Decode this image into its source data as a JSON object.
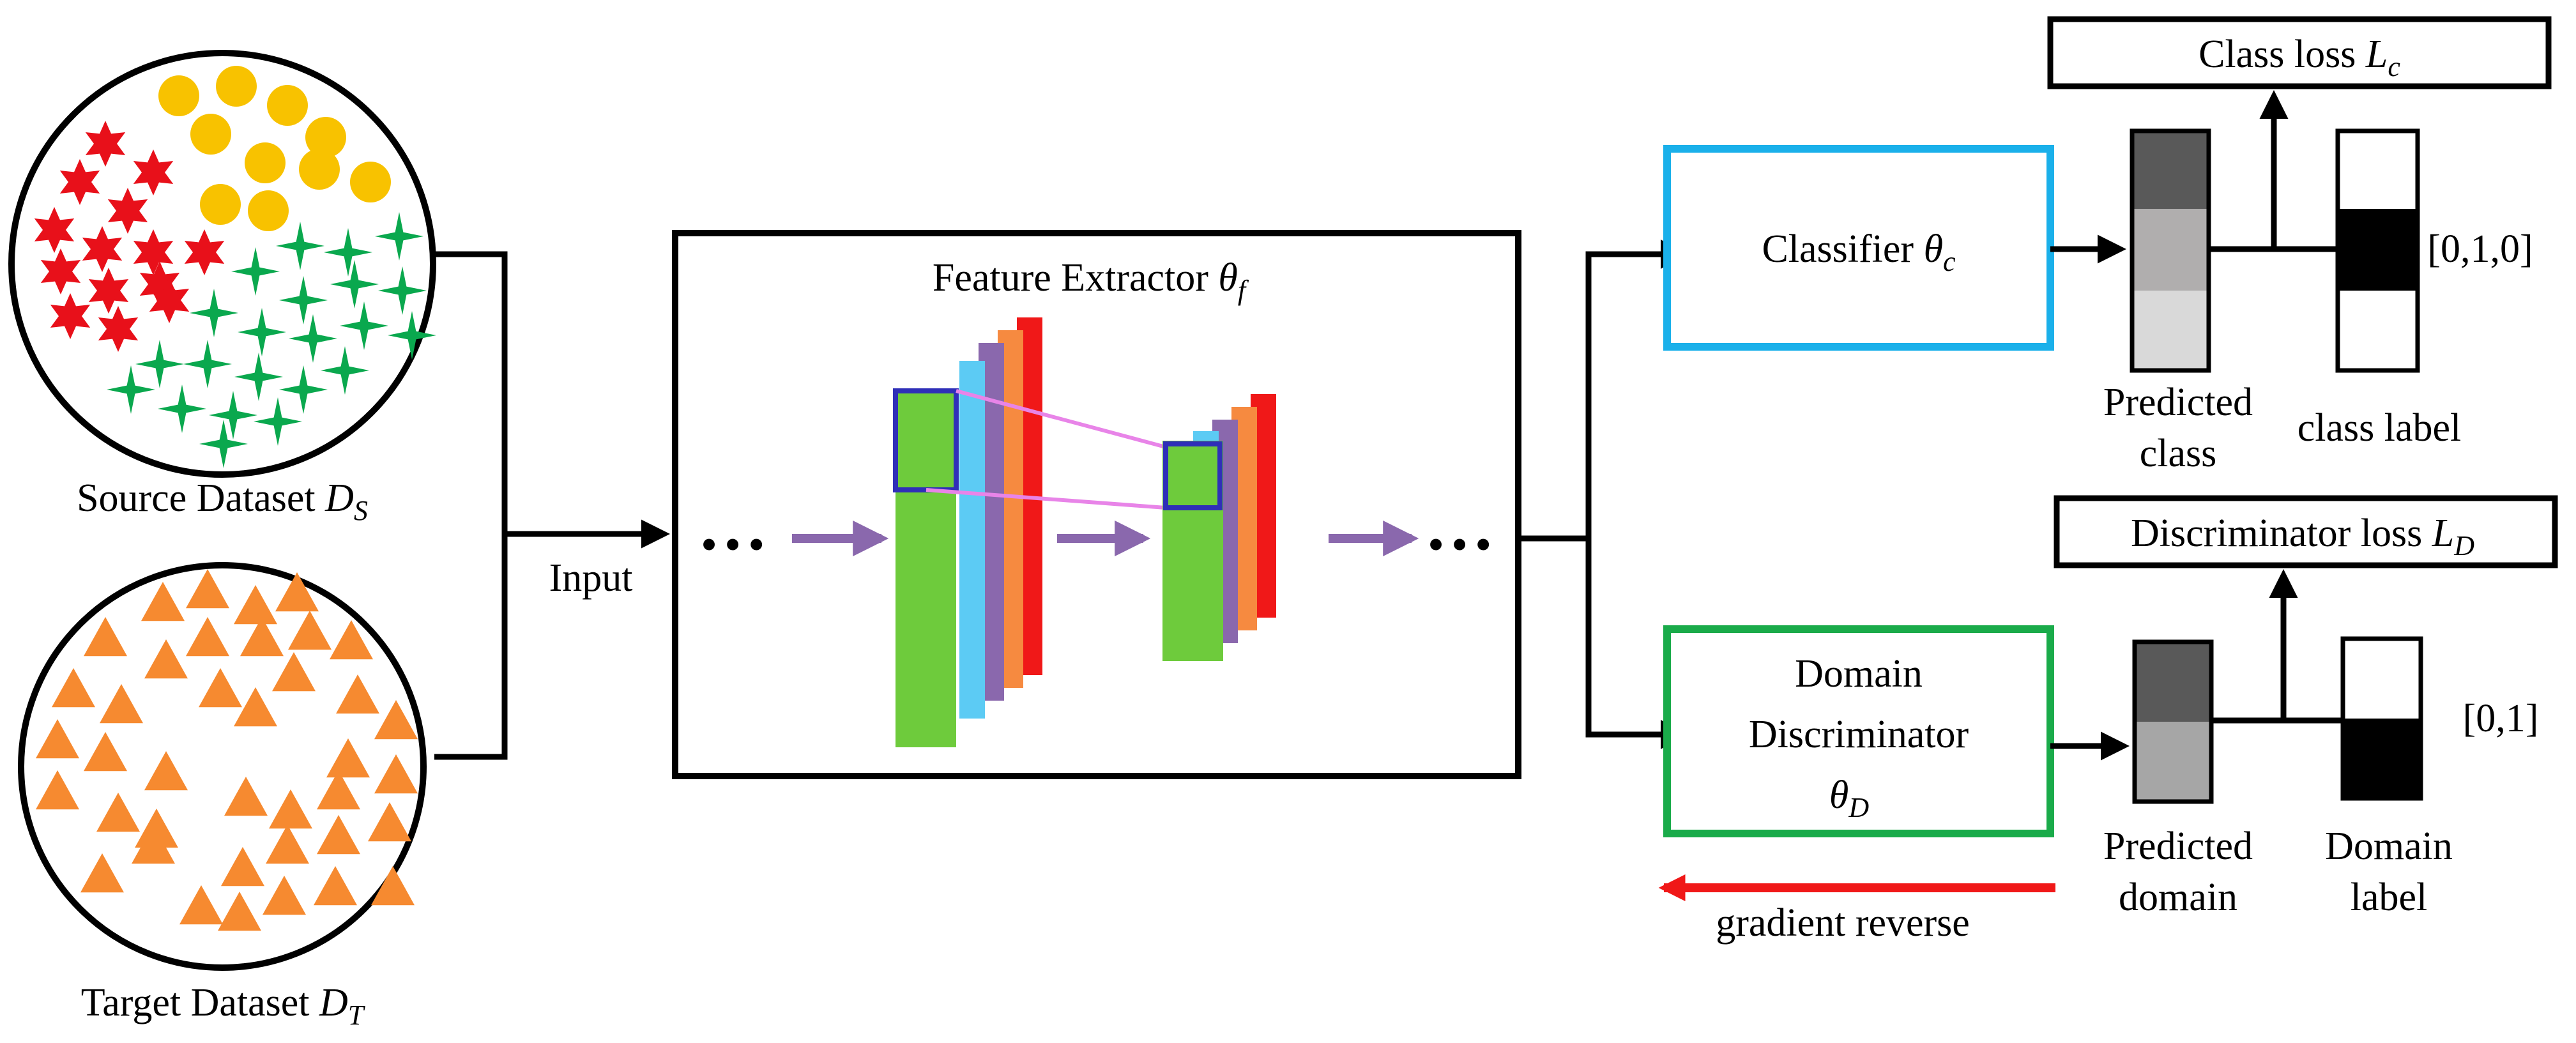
{
  "datasets": {
    "source": {
      "text": "Source Dataset ",
      "var": "D",
      "sub": "S"
    },
    "target": {
      "text": "Target Dataset ",
      "var": "D",
      "sub": "T"
    }
  },
  "input_label": "Input",
  "ellipsis": "…",
  "feature_extractor": {
    "text": "Feature Extractor ",
    "var": "θ",
    "sub": "f"
  },
  "classifier": {
    "text": "Classifier ",
    "var": "θ",
    "sub": "c"
  },
  "domain_discriminator": {
    "line1": "Domain",
    "line2": "Discriminator",
    "var": "θ",
    "sub": "D"
  },
  "class_loss": {
    "text": "Class loss ",
    "var": "L",
    "sub": "c"
  },
  "discriminator_loss": {
    "text": "Discriminator loss ",
    "var": "L",
    "sub": "D"
  },
  "predicted_class": {
    "line1": "Predicted",
    "line2": "class"
  },
  "class_label": {
    "text": "class label",
    "value": "[0,1,0]"
  },
  "predicted_domain": {
    "line1": "Predicted",
    "line2": "domain"
  },
  "domain_label": {
    "line1": "Domain",
    "line2": "label",
    "value": "[0,1]"
  },
  "gradient_reverse": "gradient reverse",
  "colors": {
    "classifier_border": "#1ab0ea",
    "discriminator_border": "#1aab4a",
    "source_circles": "#f8c200",
    "source_stars": "#e8101a",
    "source_sparkles": "#0aa84e",
    "target_triangles": "#f68a30",
    "pipeline_arrow": "#8a68ad",
    "gradient_arrow": "#f01818",
    "projection_lines": "#e884e8"
  }
}
